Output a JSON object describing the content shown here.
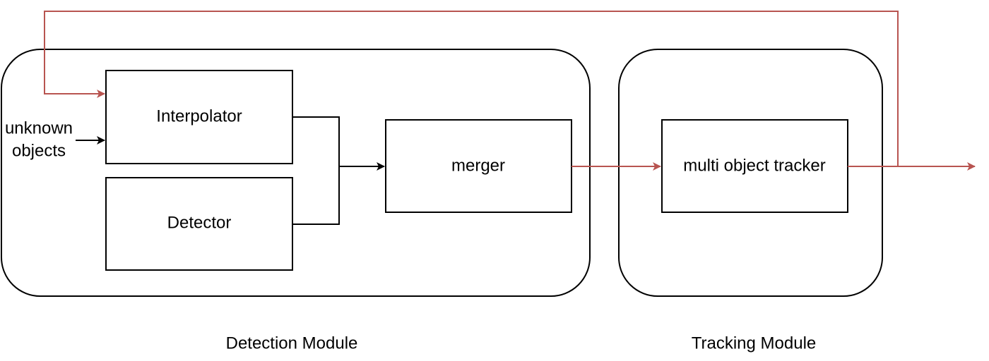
{
  "diagram": {
    "colors": {
      "line": "#000000",
      "feedback": "#b85450",
      "background": "#ffffff"
    },
    "blocks": {
      "interpolator": "Interpolator",
      "detector": "Detector",
      "merger": "merger",
      "tracker": "multi object tracker"
    },
    "input": {
      "line1": "unknown",
      "line2": "objects"
    },
    "modules": {
      "detection": "Detection Module",
      "tracking": "Tracking Module"
    }
  }
}
